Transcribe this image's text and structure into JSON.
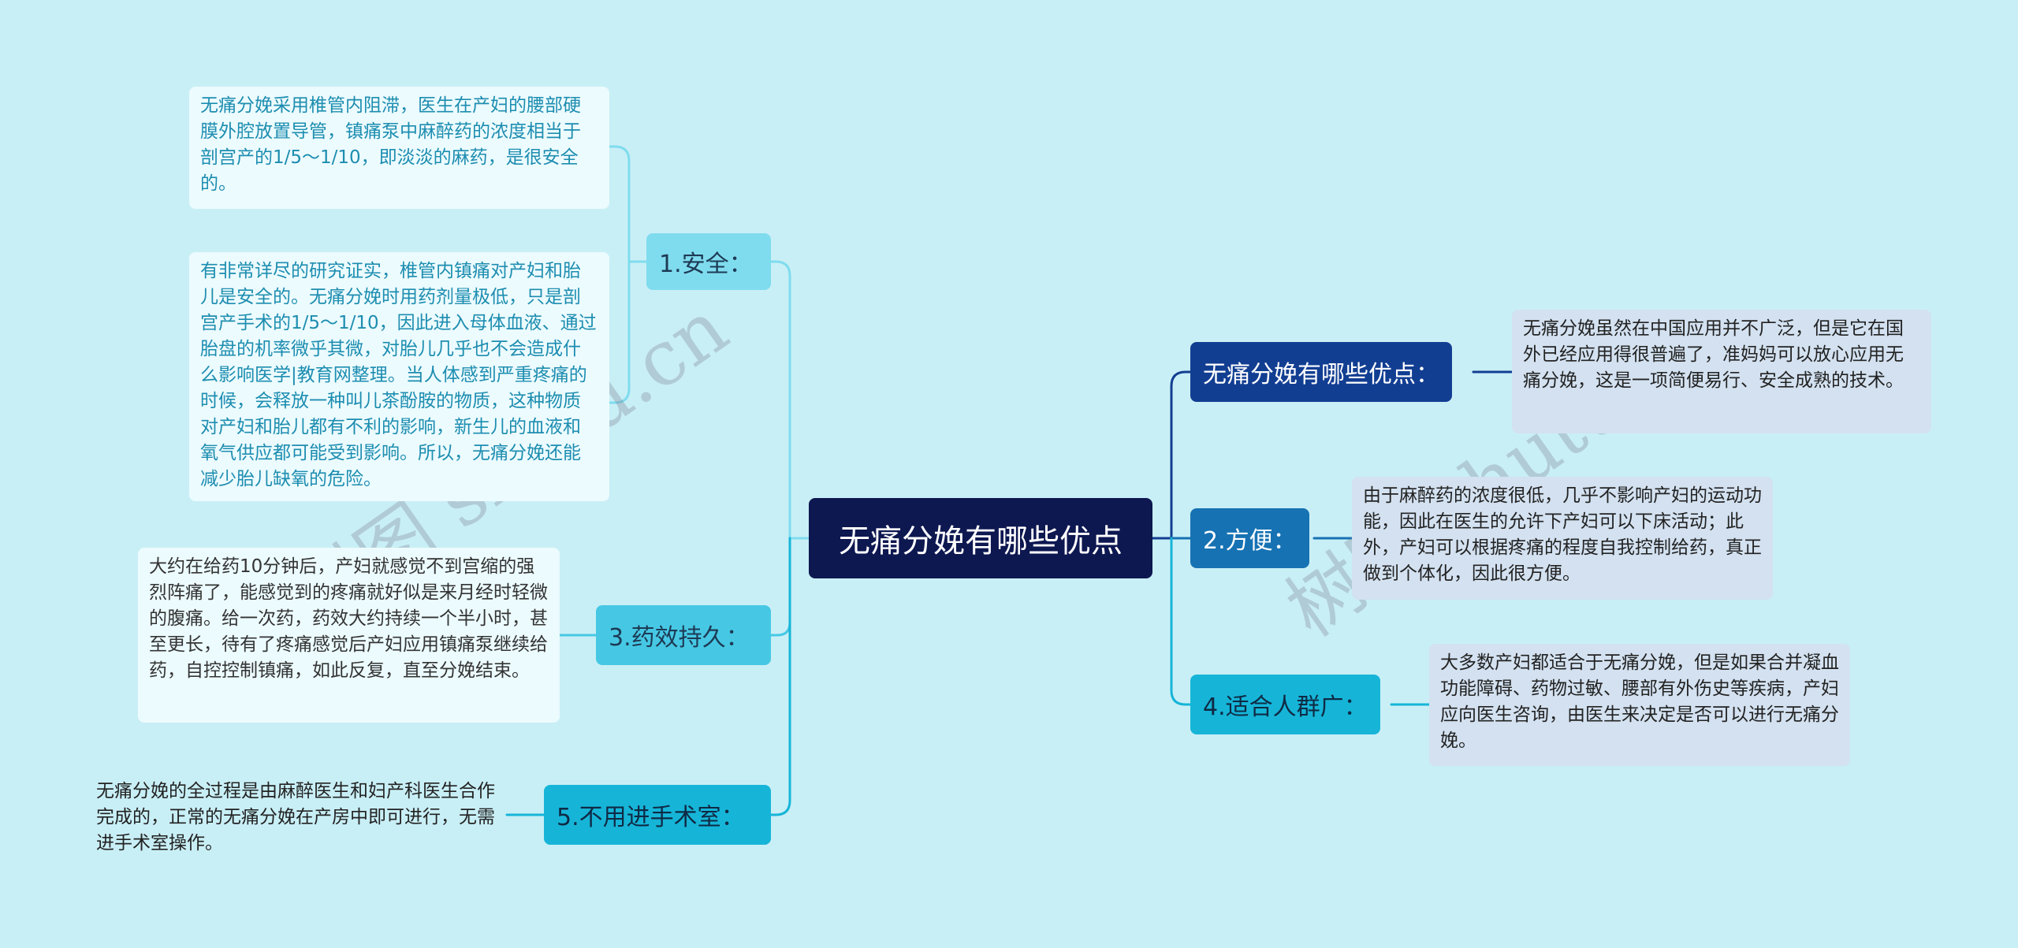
{
  "center": "无痛分娩有哪些优点",
  "branches": {
    "intro": "无痛分娩有哪些优点：",
    "convenient": "2.方便：",
    "suitable": "4.适合人群广：",
    "safe": "1.安全：",
    "lasting": "3.药效持久：",
    "no_surgery": "5.不用进手术室："
  },
  "leaves": {
    "intro": "无痛分娩虽然在中国应用并不广泛，但是它在国外已经应用得很普遍了，准妈妈可以放心应用无痛分娩，这是一项简便易行、安全成熟的技术。",
    "convenient": "由于麻醉药的浓度很低，几乎不影响产妇的运动功能，因此在医生的允许下产妇可以下床活动；此外，产妇可以根据疼痛的程度自我控制给药，真正做到个体化，因此很方便。",
    "suitable": "大多数产妇都适合于无痛分娩，但是如果合并凝血功能障碍、药物过敏、腰部有外伤史等疾病，产妇应向医生咨询，由医生来决定是否可以进行无痛分娩。",
    "safe_1": "无痛分娩采用椎管内阻滞，医生在产妇的腰部硬膜外腔放置导管，镇痛泵中麻醉药的浓度相当于剖宫产的1/5～1/10，即淡淡的麻药，是很安全的。",
    "safe_2": "有非常详尽的研究证实，椎管内镇痛对产妇和胎儿是安全的。无痛分娩时用药剂量极低，只是剖宫产手术的1/5～1/10，因此进入母体血液、通过胎盘的机率微乎其微，对胎儿几乎也不会造成什么影响医学|教育网整理。当人体感到严重疼痛的时候，会释放一种叫儿茶酚胺的物质，这种物质对产妇和胎儿都有不利的影响，新生儿的血液和氧气供应都可能受到影响。所以，无痛分娩还能减少胎儿缺氧的危险。",
    "lasting": "大约在给药10分钟后，产妇就感觉不到宫缩的强烈阵痛了，能感觉到的疼痛就好似是来月经时轻微的腹痛。给一次药，药效大约持续一个半小时，甚至更长，待有了疼痛感觉后产妇应用镇痛泵继续给药，自控控制镇痛，如此反复，直至分娩结束。",
    "no_surgery": "无痛分娩的全过程是由麻醉医生和妇产科医生合作完成的，正常的无痛分娩在产房中即可进行，无需进手术室操作。"
  },
  "watermarks": [
    "树图 shutu.cn",
    "树图 shutu.cn"
  ],
  "colors": {
    "background": "#c9eff6",
    "center": "#0d1750",
    "line_right": "#123e92",
    "line_left": "#5fd0e6"
  }
}
